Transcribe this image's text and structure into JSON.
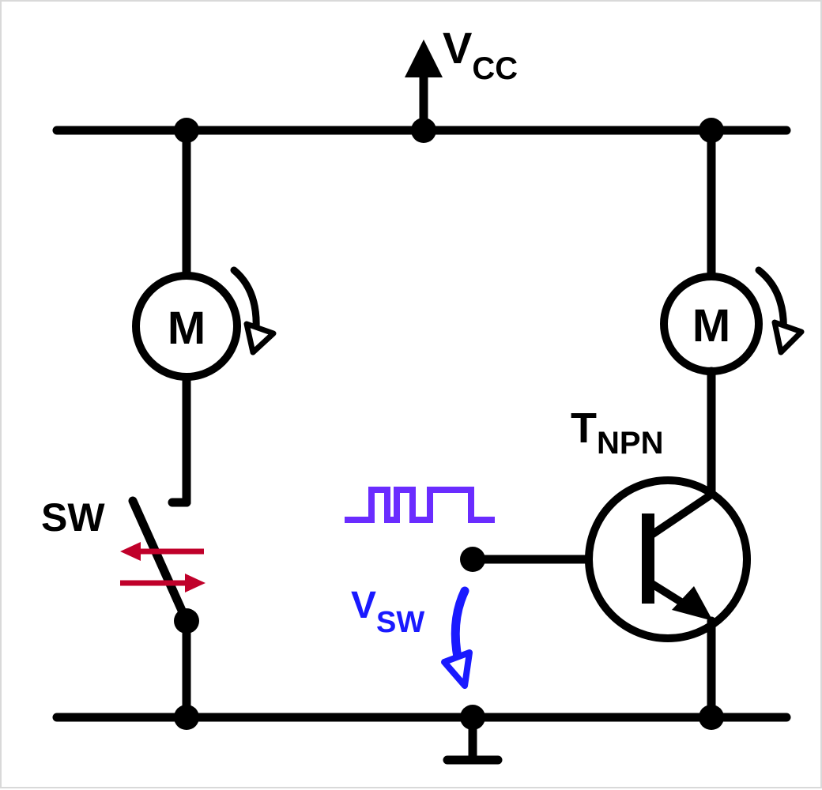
{
  "labels": {
    "vcc_main": "V",
    "vcc_sub": "CC",
    "motor_left": "M",
    "motor_right": "M",
    "transistor_main": "T",
    "transistor_sub": "NPN",
    "switch": "SW",
    "vsw_main": "V",
    "vsw_sub": "SW"
  },
  "colors": {
    "wire": "#000000",
    "switch_arrows": "#c0002a",
    "pulse": "#6a2cff",
    "vsw": "#1a1aff"
  },
  "icons": {
    "supply": "arrow-up-icon",
    "ground": "ground-icon",
    "motor": "motor-icon",
    "rotation": "rotation-arrow-icon"
  }
}
